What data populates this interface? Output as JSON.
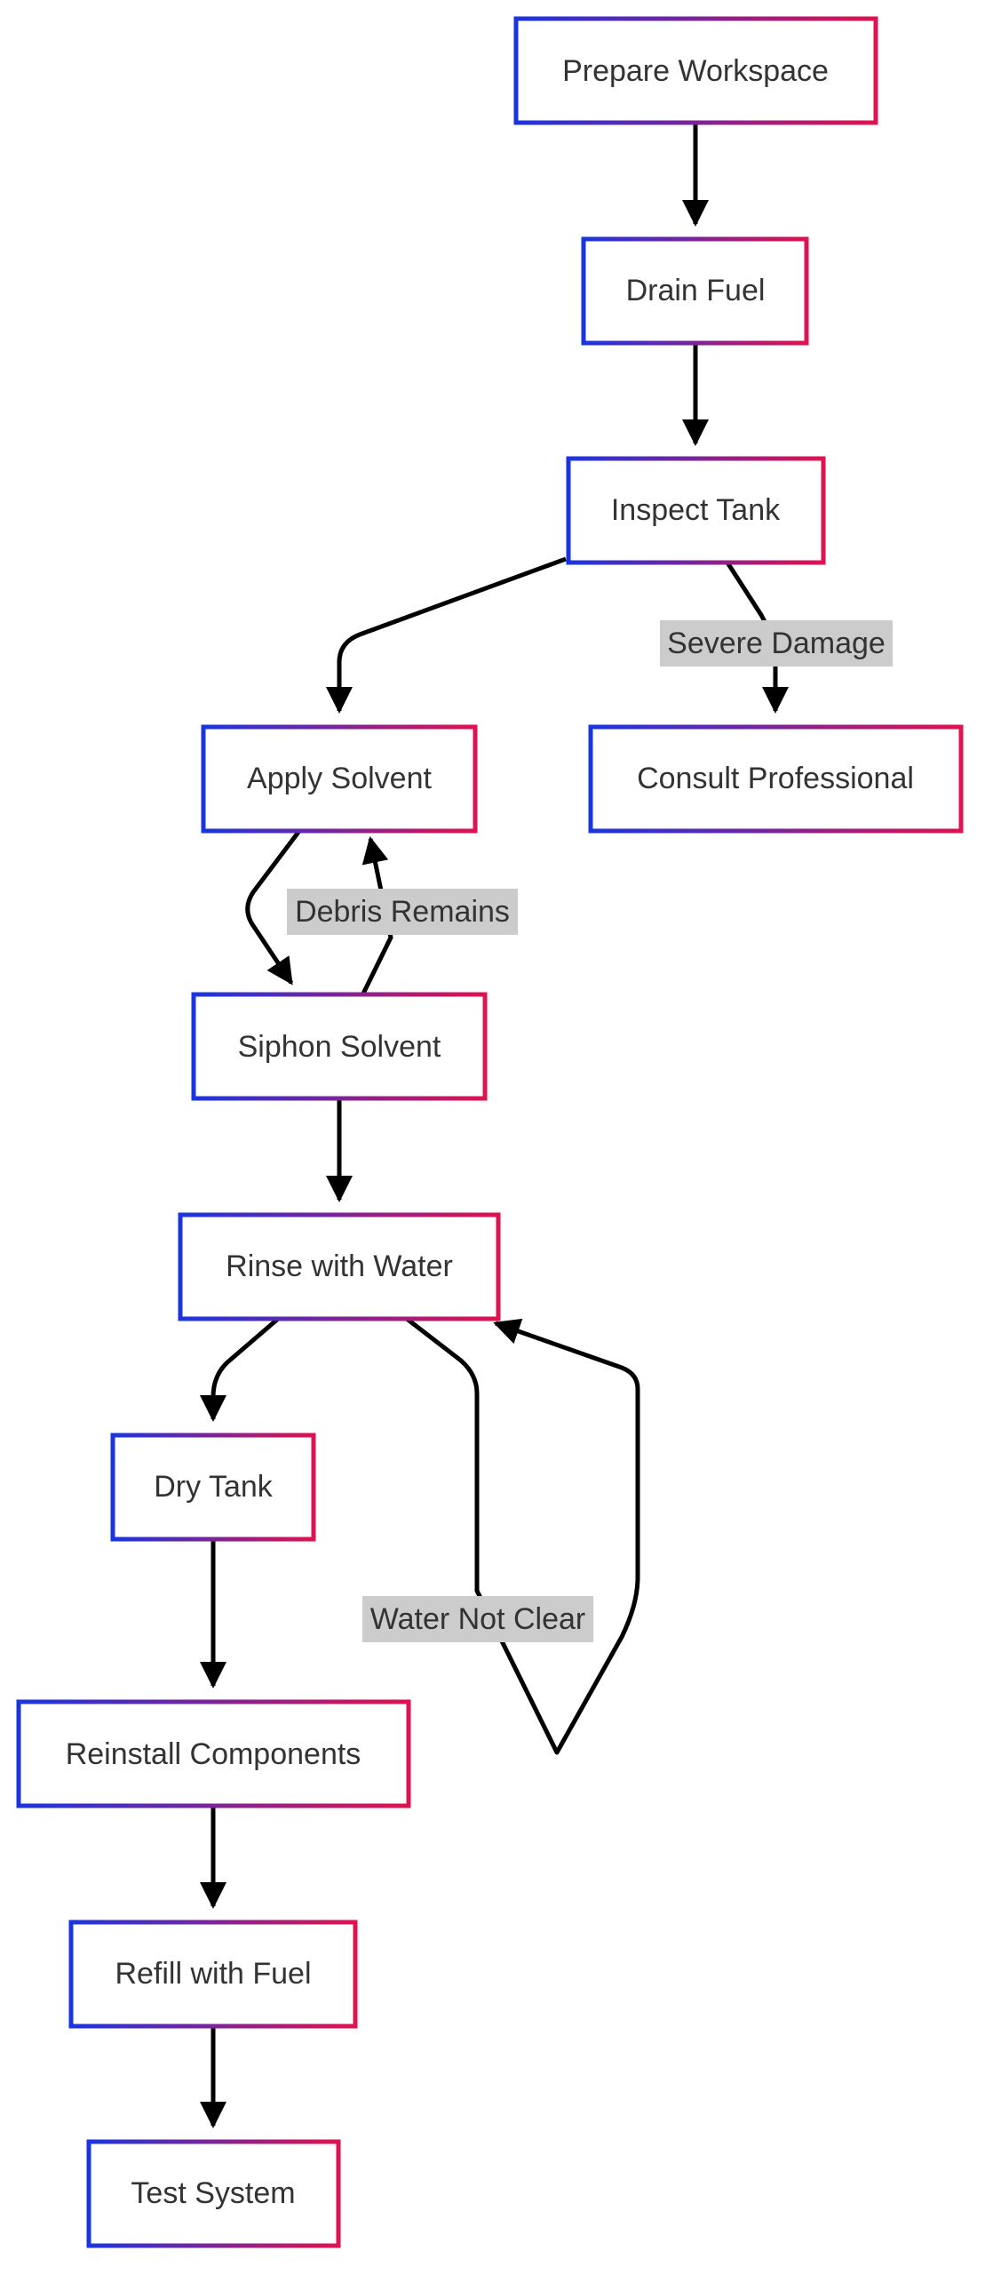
{
  "diagram": {
    "nodes": {
      "prepare": "Prepare Workspace",
      "drain": "Drain Fuel",
      "inspect": "Inspect Tank",
      "solvent": "Apply Solvent",
      "consult": "Consult Professional",
      "siphon": "Siphon Solvent",
      "rinse": "Rinse with Water",
      "dry": "Dry Tank",
      "reinstall": "Reinstall Components",
      "refill": "Refill with Fuel",
      "test": "Test System"
    },
    "edge_labels": {
      "severe_damage": "Severe Damage",
      "debris_remains": "Debris Remains",
      "water_not_clear": "Water Not Clear"
    },
    "colors": {
      "node_border_start": "#1a35e0",
      "node_border_end": "#e0124f",
      "node_fill": "#ffffff",
      "edge": "#000000",
      "edge_label_bg": "#cccccc",
      "text": "#333333"
    }
  }
}
